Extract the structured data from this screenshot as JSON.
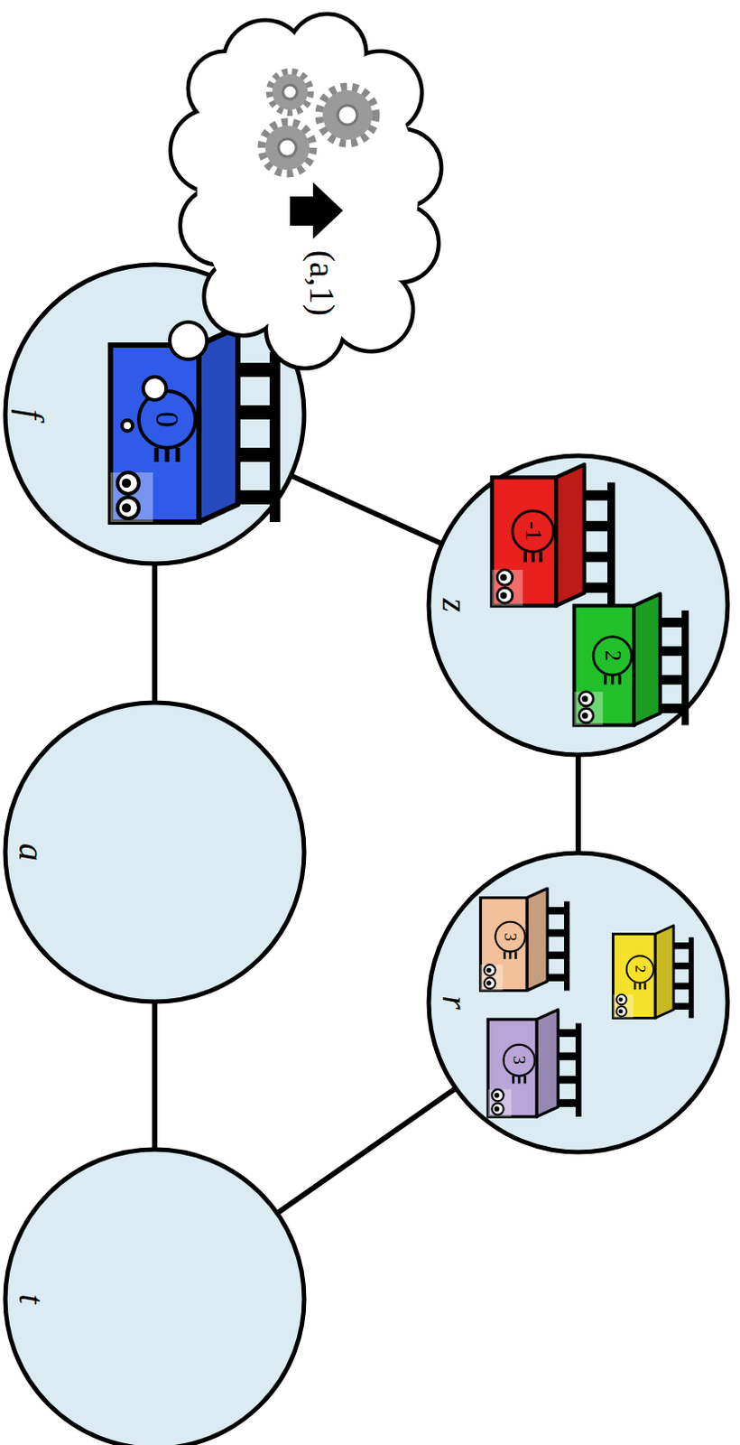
{
  "diagram": {
    "nodes": [
      {
        "text": [
          "f"
        ]
      },
      {
        "text": [
          "z"
        ]
      },
      {
        "text": [
          "a"
        ]
      },
      {
        "text": [
          "r"
        ]
      },
      {
        "text": [
          "t"
        ]
      }
    ],
    "edges": [
      {
        "from": 0,
        "to": 1,
        "arrow": "none"
      },
      {
        "from": 0,
        "to": 2,
        "arrow": "none"
      },
      {
        "from": 2,
        "to": 4,
        "arrow": "none"
      },
      {
        "from": 1,
        "to": 3,
        "arrow": "none"
      },
      {
        "from": 3,
        "to": 4,
        "arrow": "none"
      }
    ],
    "labels": [
      "(a,1)",
      "0",
      "-1",
      "2",
      "3",
      "2",
      "3"
    ]
  }
}
